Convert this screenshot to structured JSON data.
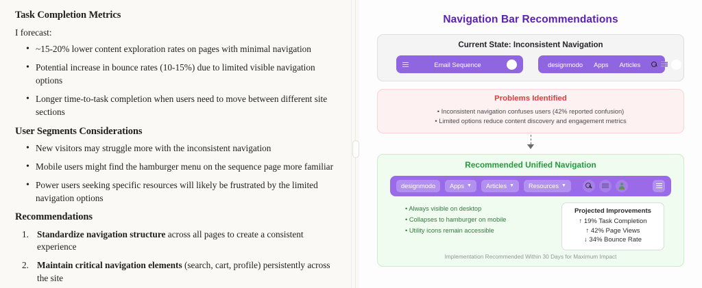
{
  "document": {
    "sections": [
      {
        "heading": "Task Completion Metrics",
        "intro": "I forecast:",
        "bullets": [
          "~15-20% lower content exploration rates on pages with minimal navigation",
          "Potential increase in bounce rates (10-15%) due to limited visible navigation options",
          "Longer time-to-task completion when users need to move between different site sections"
        ]
      },
      {
        "heading": "User Segments Considerations",
        "bullets": [
          "New visitors may struggle more with the inconsistent navigation",
          "Mobile users might find the hamburger menu on the sequence page more familiar",
          "Power users seeking specific resources will likely be frustrated by the limited navigation options"
        ]
      }
    ],
    "recommendations_heading": "Recommendations",
    "recommendations": [
      {
        "lead": "Standardize navigation structure",
        "rest": " across all pages to create a consistent experience"
      },
      {
        "lead": "Maintain critical navigation elements",
        "rest": " (search, cart, profile) persistently across the site"
      }
    ]
  },
  "diagram": {
    "title": "Navigation Bar Recommendations",
    "accent_purple": "#5b21b6",
    "navbar_purple": "#9066e0",
    "problem_red": "#e23b3b",
    "success_green": "#1f9d3a",
    "current_state": {
      "heading": "Current State: Inconsistent Navigation",
      "bar_sequence": {
        "menu_icon": "hamburger-icon",
        "label": "Email Sequence",
        "avatar_icon": "avatar-circle-icon"
      },
      "bar_designmodo": {
        "brand": "designmodo",
        "items": [
          "Apps",
          "Articles"
        ],
        "icons": [
          "search-icon",
          "cart-icon",
          "avatar-circle-icon"
        ]
      }
    },
    "problems": {
      "heading": "Problems Identified",
      "bullets": [
        "• Inconsistent navigation confuses users (42% reported confusion)",
        "• Limited options reduce content discovery and engagement metrics"
      ]
    },
    "recommended": {
      "heading": "Recommended Unified Navigation",
      "nav": {
        "brand": "designmodo",
        "menus": [
          {
            "label": "Apps",
            "caret": "▼"
          },
          {
            "label": "Articles",
            "caret": "▼"
          },
          {
            "label": "Resources",
            "caret": "▼"
          }
        ],
        "icons": [
          "search-icon",
          "cart-icon",
          "profile-icon"
        ],
        "hamburger": "hamburger-icon"
      },
      "bullets": [
        "• Always visible on desktop",
        "• Collapses to hamburger on mobile",
        "• Utility icons remain accessible"
      ],
      "metrics": {
        "title": "Projected Improvements",
        "items": [
          "↑ 19% Task Completion",
          "↑ 42% Page Views",
          "↓ 34% Bounce Rate"
        ]
      },
      "footer": "Implementation Recommended Within 30 Days for Maximum Impact"
    }
  }
}
